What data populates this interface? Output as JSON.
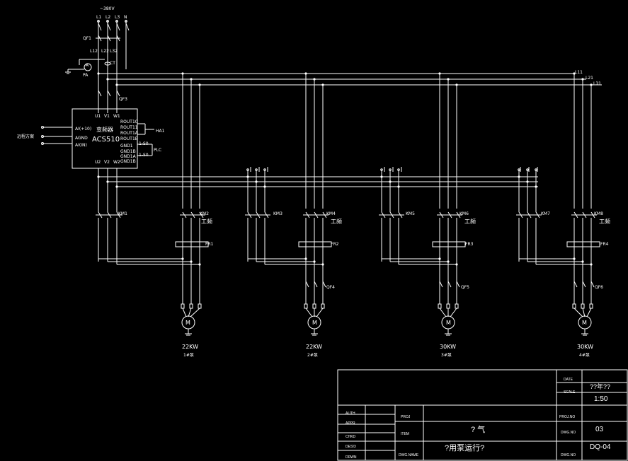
{
  "source": {
    "label": "~380V",
    "phases": [
      "L1",
      "L2",
      "L3",
      "N"
    ],
    "breaker": "QF1"
  },
  "bus": {
    "labels": [
      "L11",
      "L21",
      "L31"
    ]
  },
  "upper_labels": {
    "l12": "L12",
    "l22": "L22",
    "l32": "L32",
    "ct": "CT",
    "ammeter": "A",
    "ammeter_tag": "PA",
    "qf3": "QF3"
  },
  "vfd": {
    "title": "变频器",
    "model": "ACS510",
    "in_terms": [
      "U1",
      "V1",
      "W1"
    ],
    "out_terms": [
      "U2",
      "V2",
      "W2"
    ],
    "left_terms": [
      "AI(+10)",
      "AGND",
      "AI(IN)"
    ],
    "right_terms": [
      "ROUT10",
      "ROUT11",
      "ROUT1A",
      "ROUT1B",
      "GND1",
      "GND1B",
      "GND1A",
      "GND1B"
    ],
    "fault_tag": "HA1",
    "plc_tag": "PLC",
    "sig1": "1-S0",
    "sig2": "1-S0"
  },
  "remote_label": "远程方案",
  "branches": [
    {
      "vfd_contactor": "KM1",
      "line_contactor": "KM2",
      "mode": "工频",
      "relay": "FR1",
      "breaker": "",
      "power": "22KW",
      "pump": "1#泵"
    },
    {
      "vfd_contactor": "KM3",
      "line_contactor": "KM4",
      "mode": "工频",
      "relay": "FR2",
      "breaker": "QF4",
      "power": "22KW",
      "pump": "2#泵"
    },
    {
      "vfd_contactor": "KM5",
      "line_contactor": "KM6",
      "mode": "工频",
      "relay": "FR3",
      "breaker": "QF5",
      "power": "30KW",
      "pump": "3#泵"
    },
    {
      "vfd_contactor": "KM7",
      "line_contactor": "KM8",
      "mode": "工频",
      "relay": "FR4",
      "breaker": "QF6",
      "power": "30KW",
      "pump": "4#泵"
    }
  ],
  "motor_symbol": "M",
  "title_block": {
    "date_label": "DATE",
    "scale_label": "SCALE",
    "proj_no_label": "PROJ.NO",
    "dwg_no_label": "DWG.NO",
    "dwg_name_label": "DWG.NAME",
    "item_label": "ITEM",
    "proj_label": "PROJ",
    "auth_label": "AUTH",
    "appr_label": "APPR",
    "chkd_label": "CHKD",
    "desd_label": "DES'D",
    "drwn_label": "DRWN",
    "date_value": "??年??",
    "scale_value": "1:50",
    "sheet_value": "03",
    "dwg_value": "DQ-04",
    "item_value": "?   气",
    "name_value": "?用泵运行?"
  },
  "colors": {
    "background": "#000000",
    "line": "#ffffff"
  }
}
